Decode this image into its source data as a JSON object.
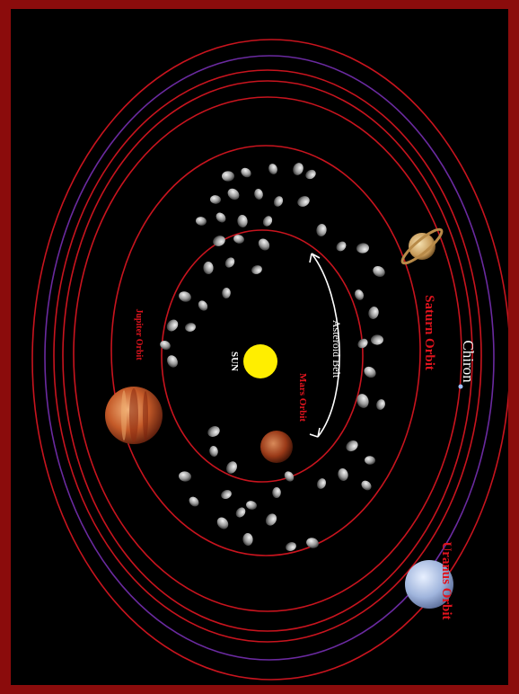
{
  "labels": {
    "sun": "SUN",
    "mars_orbit": "Mars Orbit",
    "asteroid_belt": "Asteroid Belt",
    "jupiter_orbit": "Jupiter Orbit",
    "saturn_orbit": "Saturn Orbit",
    "chiron": "Chiron",
    "uranus_orbit": "Uranus Orbit"
  },
  "colors": {
    "frame": "#8b0c0c",
    "background": "#000000",
    "orbit_red": "#c8141e",
    "orbit_purple": "#6a2aa0",
    "label_red": "#e0141e",
    "sun": "#ffee00",
    "text_white": "#ffffff"
  },
  "icons": {
    "sun": "sun-icon",
    "mars": "mars-icon",
    "jupiter": "jupiter-icon",
    "saturn": "saturn-icon",
    "uranus": "uranus-icon",
    "chiron": "chiron-dot-icon"
  }
}
